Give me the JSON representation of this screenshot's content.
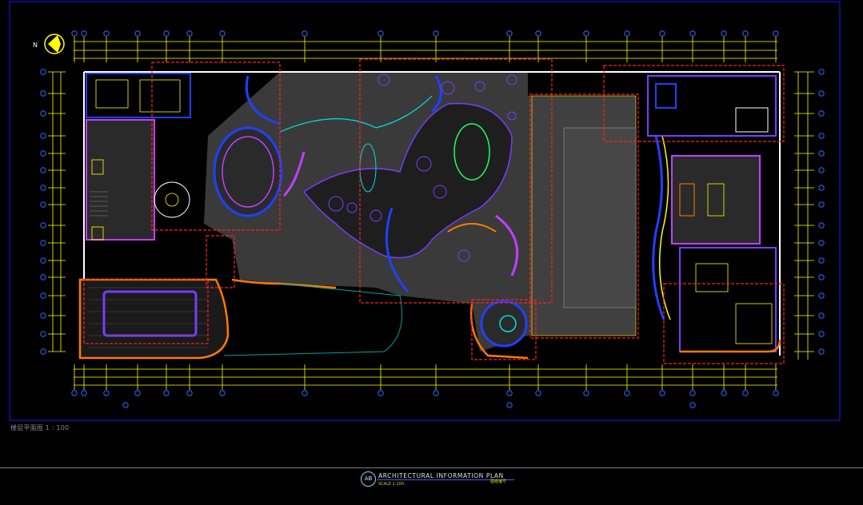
{
  "drawing": {
    "scale_note": "楼层平面图 1 : 100",
    "title_block": {
      "badge": "AB",
      "title": "ARCHITECTURAL  INFORMATION  PLAN",
      "subtitle": "SCALE  1:100",
      "note": "图纸编号"
    }
  },
  "colors": {
    "background": "#000000",
    "viewport_frame": "#1a1aff",
    "dimension": "#ffff00",
    "wall": "#ffffff",
    "blue_pen": "#2040ff",
    "purple_pen": "#7a3cff",
    "magenta_pen": "#c040ff",
    "cyan_pen": "#00e0e0",
    "red_zone": "#ff2020",
    "orange_pen": "#ff7a00",
    "green_pen": "#20ff60",
    "floor_fill": "#3a3a3a"
  },
  "icons": {
    "north_arrow": "north-arrow-icon",
    "grid_bubble": "grid-bubble-icon"
  }
}
